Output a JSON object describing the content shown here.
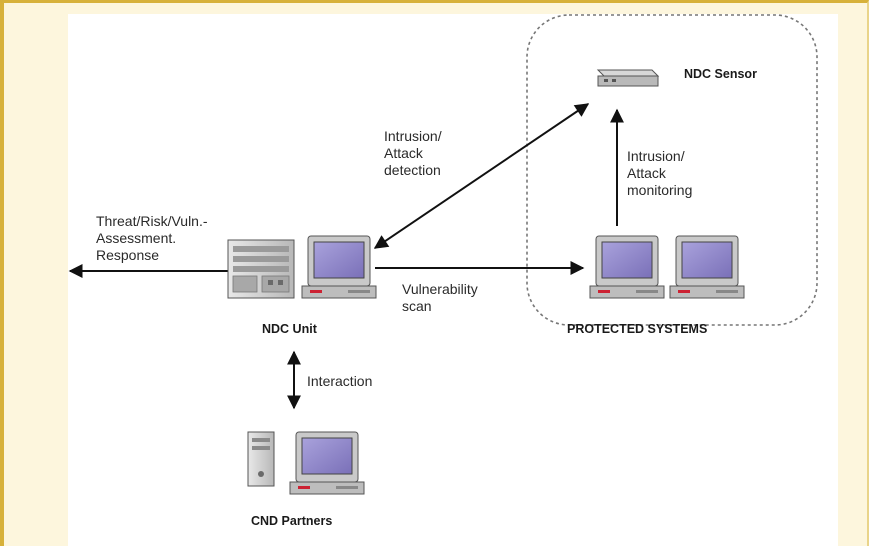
{
  "labels": {
    "ndc_sensor": "NDC Sensor",
    "intrusion_detection": [
      "Intrusion/",
      "Attack",
      "detection"
    ],
    "intrusion_monitoring": [
      "Intrusion/",
      "Attack",
      "monitoring"
    ],
    "threat_assessment": [
      "Threat/Risk/Vuln.-",
      "Assessment.",
      "Response"
    ],
    "vulnerability_scan": [
      "Vulnerability",
      "scan"
    ],
    "ndc_unit": "NDC Unit",
    "protected_systems": "PROTECTED SYSTEMS",
    "interaction": "Interaction",
    "cnd_partners": "CND Partners"
  },
  "icons": {
    "sensor": "network-sensor-icon",
    "server": "server-rack-icon",
    "workstation": "workstation-icon",
    "tower": "tower-pc-icon"
  },
  "colors": {
    "background": "#fdf6dd",
    "frame": "#d7b13a",
    "panel": "#ffffff",
    "line": "#111111",
    "screen": "#8f86c9"
  }
}
